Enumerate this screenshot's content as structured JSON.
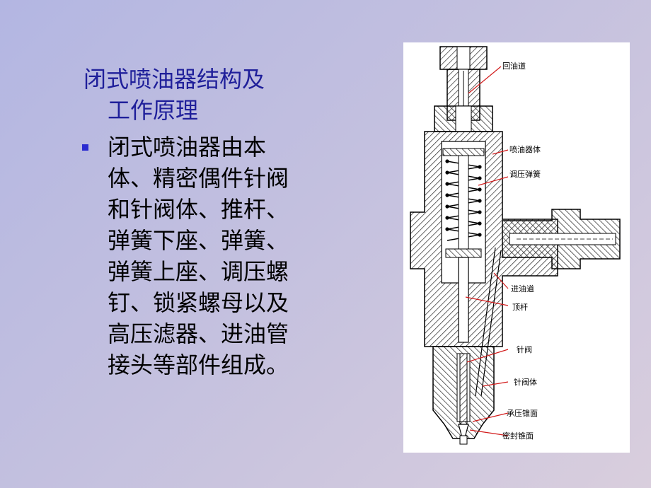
{
  "slide": {
    "title_line1": "闭式喷油器结构及",
    "title_line2": "工作原理",
    "bullet_text": "闭式喷油器由本体、精密偶件针阀和针阀体、推杆、弹簧下座、弹簧、弹簧上座、调压螺钉、锁紧螺母以及高压滤器、进油管接头等部件组成。"
  },
  "diagram": {
    "labels": [
      "回油道",
      "喷油器体",
      "调压弹簧",
      "进油道",
      "顶杆",
      "针阀",
      "针阀体",
      "承压锥面",
      "密封锥面"
    ]
  },
  "colors": {
    "title": "#1f1f9a",
    "bullet": "#2b2bd0",
    "leader": "#d21b1b"
  }
}
